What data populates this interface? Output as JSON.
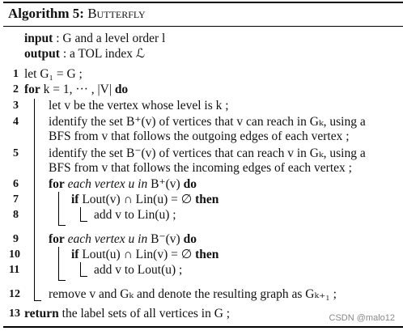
{
  "title": {
    "label": "Algorithm 5:",
    "name": "Butterfly"
  },
  "input": {
    "key": "input",
    "text": ": G and a level order l"
  },
  "output": {
    "key": "output",
    "text": ": a TOL index ℒ"
  },
  "lines": [
    {
      "n": "1",
      "pre": "",
      "kw": "",
      "text": "let G₁ = G ;"
    },
    {
      "n": "2",
      "pre": "",
      "kw": "for",
      "text": "k = 1, ··· , |V| ",
      "kw2": "do"
    },
    {
      "n": "3",
      "text": "let v be the vertex whose level is k ;"
    },
    {
      "n": "4",
      "text": "identify the set B⁺(v) of vertices that v can reach in Gₖ, using a",
      "text2": "BFS from v that follows the outgoing edges of each vertex ;"
    },
    {
      "n": "5",
      "text": "identify the set B⁻(v) of vertices that can reach v in Gₖ, using a",
      "text2": "BFS from v that follows the incoming edges of each vertex ;"
    },
    {
      "n": "6",
      "kw": "for",
      "it": "each vertex u in",
      "text": "B⁺(v) ",
      "kw2": "do"
    },
    {
      "n": "7",
      "kw": "if",
      "text": "Lout(v) ∩ Lin(u) = ∅ ",
      "kw2": "then"
    },
    {
      "n": "8",
      "text": "add v to Lin(u) ;"
    },
    {
      "n": "9",
      "kw": "for",
      "it": "each vertex u in",
      "text": "B⁻(v) ",
      "kw2": "do"
    },
    {
      "n": "10",
      "kw": "if",
      "text": "Lout(u) ∩ Lin(v) = ∅ ",
      "kw2": "then"
    },
    {
      "n": "11",
      "text": "add v to Lout(u) ;"
    },
    {
      "n": "12",
      "text": "remove v and Gₖ and denote the resulting graph as Gₖ₊₁ ;"
    },
    {
      "n": "13",
      "kw": "return",
      "text": "the label sets of all vertices in G ;"
    }
  ],
  "watermark": "CSDN @malo12"
}
